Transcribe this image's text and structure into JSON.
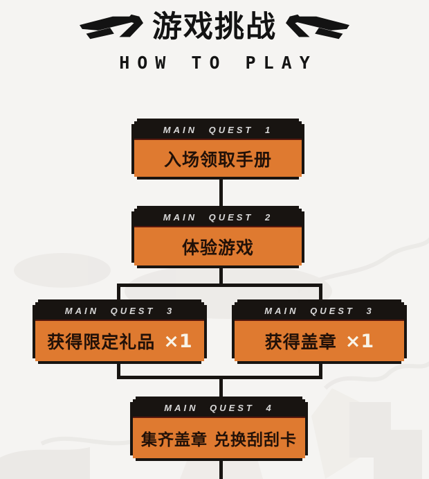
{
  "title": {
    "main": "游戏挑战",
    "subtitle": "HOW TO PLAY",
    "left_icon": "speed-wing-left",
    "right_icon": "speed-wing-right"
  },
  "colors": {
    "background": "#f5f4f2",
    "box_border_black": "#181411",
    "box_orange": "#df7a30",
    "header_text": "#d9d9d9",
    "body_text": "#221108",
    "count_text": "#f8f3e7"
  },
  "quests": [
    {
      "header": "MAIN QUEST 1",
      "title": "入场领取手册"
    },
    {
      "header": "MAIN QUEST 2",
      "title": "体验游戏"
    },
    {
      "header": "MAIN QUEST 3",
      "title": "获得限定礼品",
      "count": "×1"
    },
    {
      "header": "MAIN QUEST 3",
      "title": "获得盖章",
      "count": "×1"
    },
    {
      "header": "MAIN QUEST 4",
      "title": "集齐盖章 兑换刮刮卡"
    }
  ]
}
